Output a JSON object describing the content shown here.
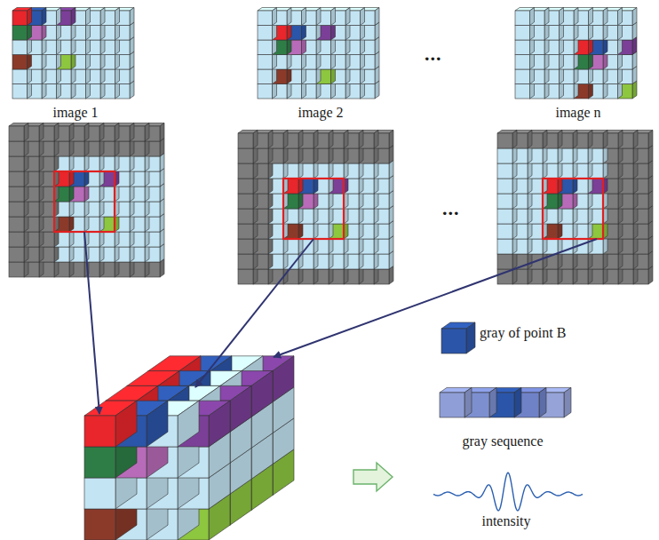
{
  "diagram": {
    "nodes": [
      {
        "text": [
          "image 1"
        ]
      },
      {
        "text": [
          "image 2"
        ]
      },
      {
        "text": [
          "image n"
        ]
      }
    ],
    "labels": [
      "...",
      "..."
    ],
    "legend": [
      {
        "text": "gray of point B",
        "color": "#2b55a8"
      },
      {
        "text": "gray sequence"
      },
      {
        "text": "intensity"
      }
    ]
  }
}
